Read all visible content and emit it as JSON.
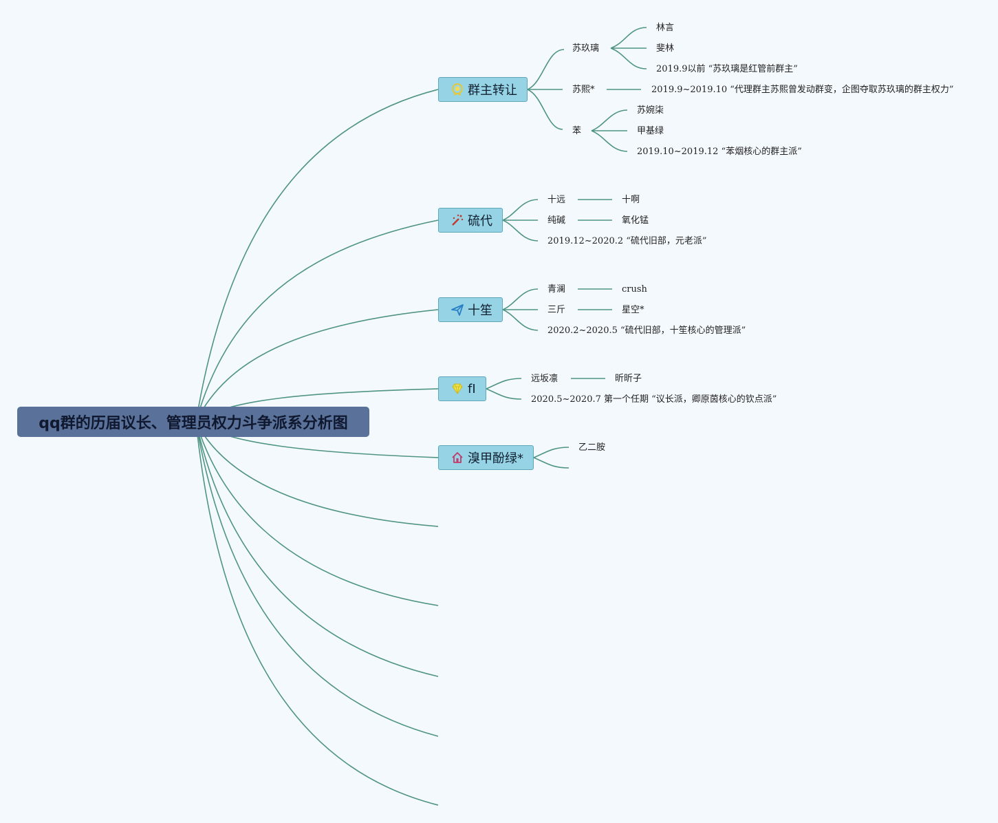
{
  "root": {
    "title": "qq群的历届议长、管理员权力斗争派系分析图"
  },
  "branches": [
    {
      "label": "群主转让",
      "icon": "gold-medal-icon"
    },
    {
      "label": "硫代",
      "icon": "sparkle-wand-icon"
    },
    {
      "label": "十笙",
      "icon": "paper-plane-icon"
    },
    {
      "label": "fI",
      "icon": "diamond-icon"
    },
    {
      "label": "溴甲酚绿*",
      "icon": "home-icon"
    }
  ],
  "leaves": {
    "b1": {
      "su_jiuli": "苏玖璃",
      "lin_yan": "林言",
      "fei_lin": "斐林",
      "su_note": "2019.9以前 “苏玖璃是红管前群主”",
      "su_xi": "苏熙*",
      "su_xi_note": "2019.9~2019.10 “代理群主苏熙曾发动群变，企图夺取苏玖璃的群主权力”",
      "ben": "苯",
      "su_wanshen": "苏婉柒",
      "jia_jilv": "甲基绿",
      "ben_note": "2019.10~2019.12 “苯烟核心的群主派”"
    },
    "b2": {
      "shi_yuan": "十远",
      "shi_a": "十啊",
      "chun_jian": "纯碱",
      "yang_hua_meng": "氧化锰",
      "note": "2019.12~2020.2 “硫代旧部，元老派”"
    },
    "b3": {
      "qing_lan": "青澜",
      "crush": "crush",
      "san_jin": "三斤",
      "xing_kong": "星空*",
      "note": "2020.2~2020.5 “硫代旧部，十笙核心的管理派”"
    },
    "b4": {
      "yuan_ban_lin": "远坂凛",
      "xin_xin_zi": "昕昕子",
      "note": "2020.5~2020.7 第一个任期 “议长派，卿原茵核心的钦点派”"
    },
    "b5": {
      "yi_er_an": "乙二胺"
    }
  },
  "colors": {
    "background": "#f4f9fe",
    "root_fill": "#5a7299",
    "branch_fill": "#95d3e5",
    "link": "#4f9483"
  }
}
